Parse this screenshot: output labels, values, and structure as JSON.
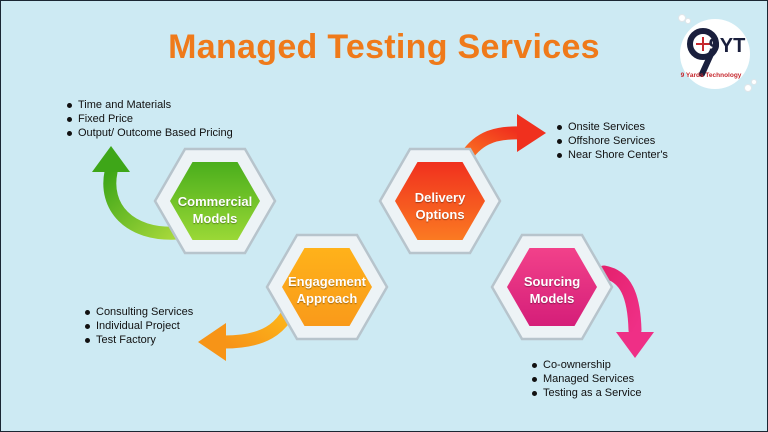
{
  "title": "Managed Testing Services",
  "logo": {
    "mark": "9YT",
    "company": "9 Yards Technology"
  },
  "colors": {
    "title": "#ef7a1a",
    "commercial": "#6cbf22",
    "delivery": "#f04a22",
    "engagement": "#fba21c",
    "sourcing": "#e5226e"
  },
  "nodes": [
    {
      "id": "commercial",
      "line1": "Commercial",
      "line2": "Models",
      "bullets": [
        "Time and Materials",
        "Fixed Price",
        "Output/ Outcome Based Pricing"
      ]
    },
    {
      "id": "delivery",
      "line1": "Delivery",
      "line2": "Options",
      "bullets": [
        "Onsite Services",
        "Offshore Services",
        "Near Shore Center's"
      ]
    },
    {
      "id": "engagement",
      "line1": "Engagement",
      "line2": "Approach",
      "bullets": [
        "Consulting Services",
        "Individual Project",
        "Test Factory"
      ]
    },
    {
      "id": "sourcing",
      "line1": "Sourcing",
      "line2": "Models",
      "bullets": [
        "Co-ownership",
        "Managed Services",
        "Testing as a Service"
      ]
    }
  ]
}
